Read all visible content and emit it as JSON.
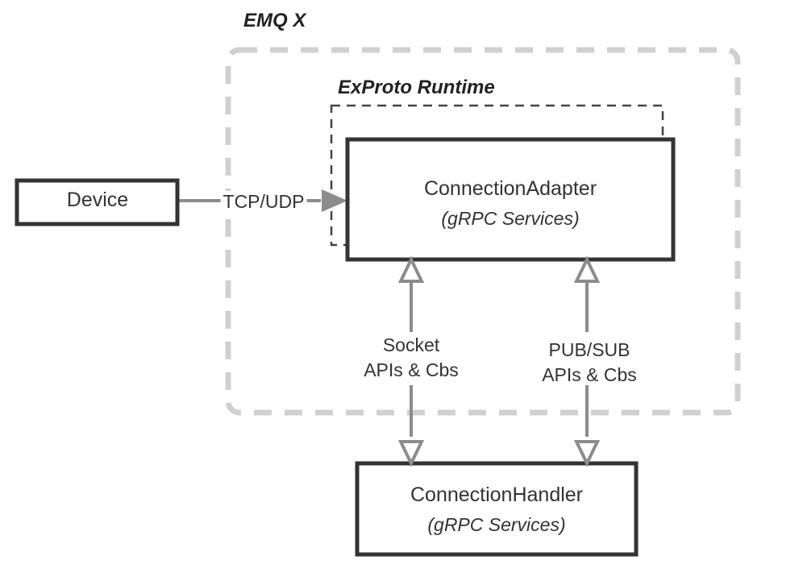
{
  "diagram": {
    "title_groups": [
      {
        "name": "emqx-group-label",
        "label": "EMQ X"
      },
      {
        "name": "exproto-group-label",
        "label": "ExProto Runtime"
      }
    ],
    "nodes": {
      "device": {
        "label": "Device"
      },
      "connection_adapter": {
        "title": "ConnectionAdapter",
        "subtitle": "(gRPC Services)"
      },
      "connection_handler": {
        "title": "ConnectionHandler",
        "subtitle": "(gRPC Services)"
      }
    },
    "edges": {
      "device_to_adapter": {
        "label": "TCP/UDP"
      },
      "socket_channel": {
        "label_line1": "Socket",
        "label_line2": "APIs & Cbs"
      },
      "pubsub_channel": {
        "label_line1": "PUB/SUB",
        "label_line2": "APIs & Cbs"
      }
    },
    "colors": {
      "background": "#ffffff",
      "node_border": "#333333",
      "node_fill": "#ffffff",
      "text": "#333333",
      "arrow_gray": "#8c8c8c",
      "emqx_boundary": "#d0d0d0",
      "exproto_boundary": "#444444"
    }
  }
}
